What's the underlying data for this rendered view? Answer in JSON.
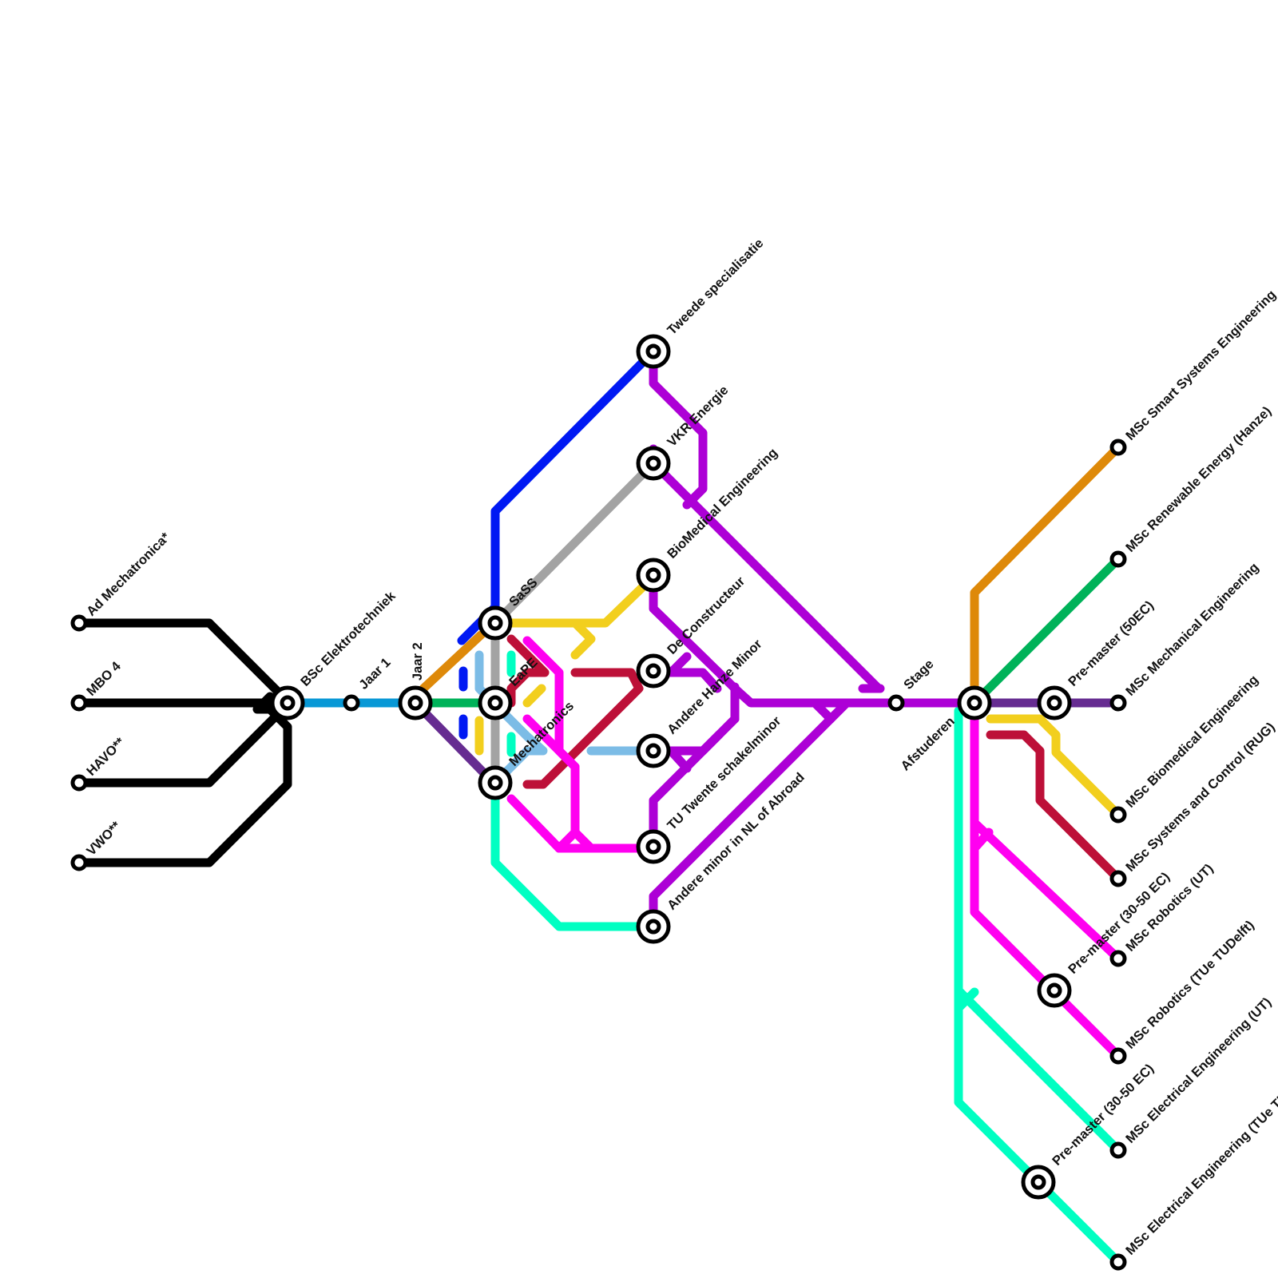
{
  "colors": {
    "black": "#000000",
    "cyan": "#0898d6",
    "orange": "#de8909",
    "green": "#00b259",
    "purple": "#662c91",
    "blue": "#0019f3",
    "grey": "#a3a3a3",
    "lightblue": "#7cbce6",
    "teal": "#00ffc2",
    "yellow": "#f2cf1e",
    "crimson": "#bd1038",
    "magenta": "#ff00f0",
    "violet": "#ad00d6"
  },
  "stations": {
    "ad_mechatronica": "Ad Mechatronica*",
    "mbo4": "MBO 4",
    "havo": "HAVO**",
    "vwo": "VWO**",
    "bsc": "BSc Elektrotechniek",
    "jaar1": "Jaar 1",
    "jaar2": "Jaar 2",
    "sass": "SaSS",
    "eape": "EaPE",
    "mechatronics": "Mechatronics",
    "tweede": "Tweede specialisatie",
    "vkr": "VKR Energie",
    "biomed": "BioMedical Engineering",
    "constructeur": "De Constructeur",
    "hanze_minor": "Andere Hanze Minor",
    "tu_twente": "TU Twente schakelminor",
    "abroad": "Andere minor in NL of Abroad",
    "stage": "Stage",
    "afstuderen": "Afstuderen",
    "premaster50": "Pre-master (50EC)",
    "premaster_magenta": "Pre-master (30-50 EC)",
    "premaster_teal": "Pre-master (30-50 EC)",
    "msc_sse": "MSc Smart Systems Engineering",
    "msc_renewable": "MSc Renewable Energy (Hanze)",
    "msc_mech": "MSc Mechanical Engineering",
    "msc_biomed": "MSc Biomedical Engineering",
    "msc_systems": "MSc Systems and Control (RUG)",
    "msc_robotics_ut": "MSc Robotics (UT)",
    "msc_robotics_tue": "MSc Robotics (TUe TUDelft)",
    "msc_ee1": "MSc Electrical Engineering (UT)",
    "msc_ee2": "MSc Electrical Engineering (TUe TUDelft)"
  }
}
